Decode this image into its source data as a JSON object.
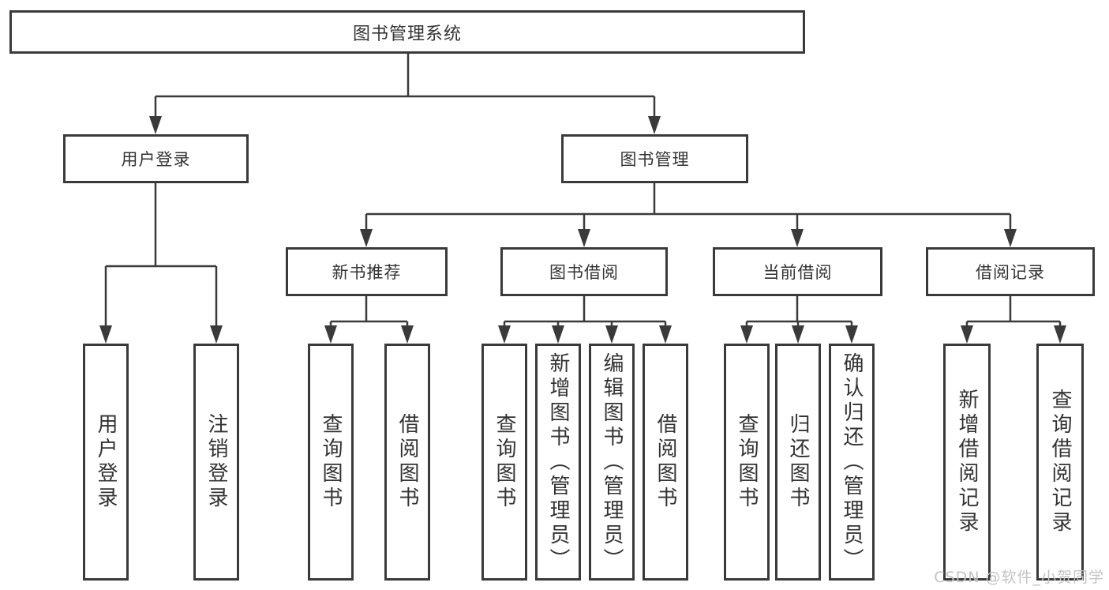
{
  "colors": {
    "line": "#3a3a3a",
    "text": "#333333",
    "watermark": "#c3c3c3"
  },
  "diagram": {
    "root": {
      "label": "图书管理系统"
    },
    "branches": [
      {
        "label": "用户登录",
        "children": [
          {
            "label": "用户登录"
          },
          {
            "label": "注销登录"
          }
        ]
      },
      {
        "label": "图书管理",
        "children": [
          {
            "label": "新书推荐",
            "children": [
              {
                "label": "查询图书"
              },
              {
                "label": "借阅图书"
              }
            ]
          },
          {
            "label": "图书借阅",
            "children": [
              {
                "label": "查询图书"
              },
              {
                "label": "新增图书（管理员）"
              },
              {
                "label": "编辑图书（管理员）"
              },
              {
                "label": "借阅图书"
              }
            ]
          },
          {
            "label": "当前借阅",
            "children": [
              {
                "label": "查询图书"
              },
              {
                "label": "归还图书"
              },
              {
                "label": "确认归还（管理员）"
              }
            ]
          },
          {
            "label": "借阅记录",
            "children": [
              {
                "label": "新增借阅记录"
              },
              {
                "label": "查询借阅记录"
              }
            ]
          }
        ]
      }
    ]
  },
  "watermark": {
    "text": "CSDN @软件_小贺同学"
  }
}
